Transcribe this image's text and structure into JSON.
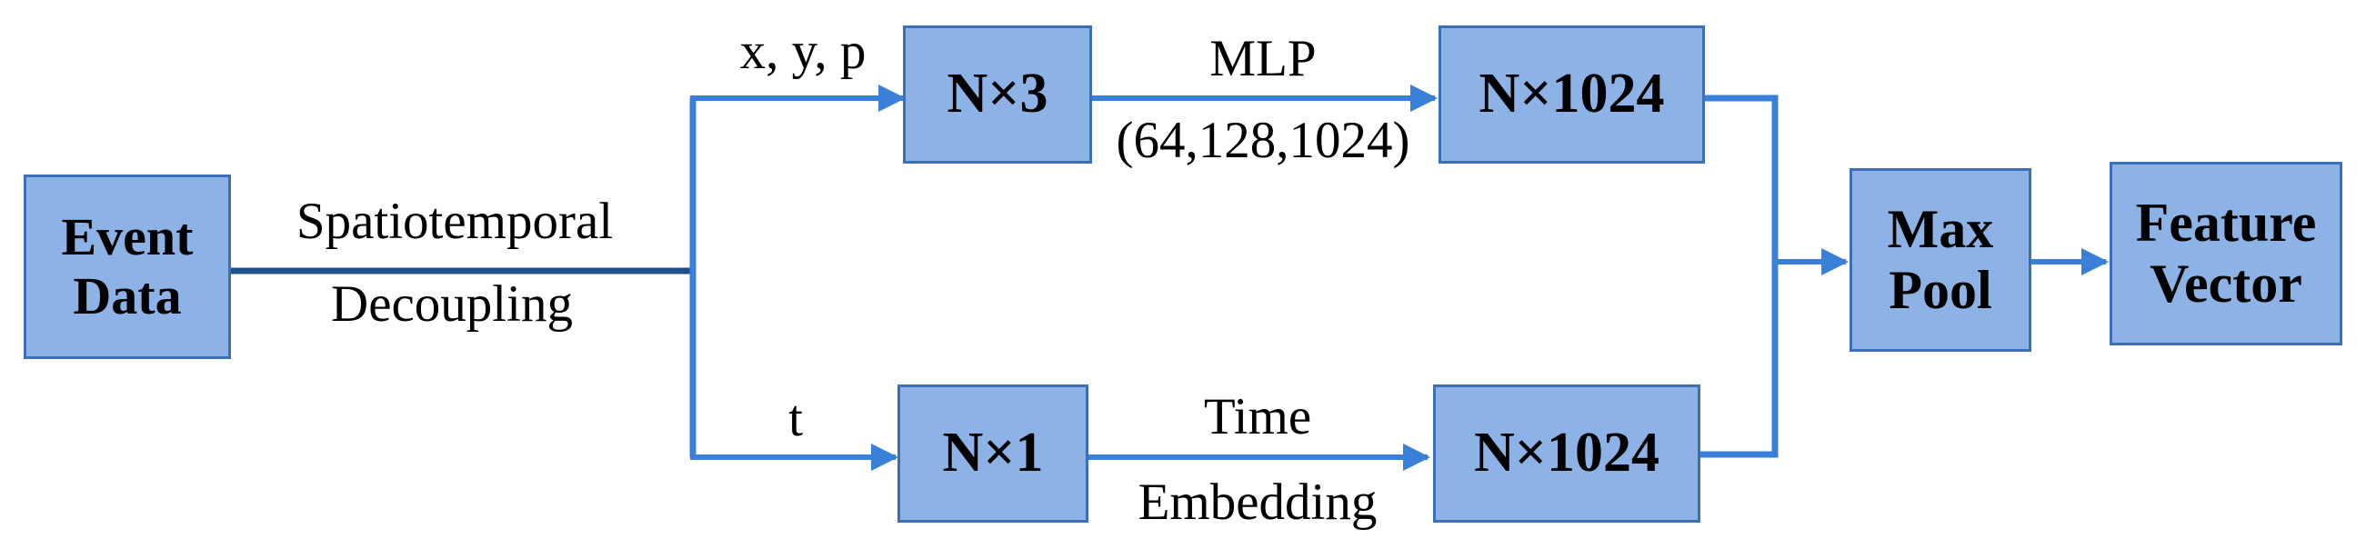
{
  "colors": {
    "box_fill": "#8db3e6",
    "box_border": "#3d6fb8",
    "arrow": "#3a7fd8",
    "trunk": "#1f4f8c",
    "text": "#000000"
  },
  "nodes": {
    "event_data": "Event\nData",
    "n_by_3": "N×3",
    "n_by_1": "N×1",
    "n_by_1024_top": "N×1024",
    "n_by_1024_bottom": "N×1024",
    "max_pool": "Max\nPool",
    "feature_vector": "Feature\nVector"
  },
  "edge_labels": {
    "decoupling_line1": "Spatiotemporal",
    "decoupling_line2": "Decoupling",
    "spatial_input": "x, y, p",
    "temporal_input": "t",
    "mlp_line1": "MLP",
    "mlp_line2": "(64,128,1024)",
    "time_line1": "Time",
    "time_line2": "Embedding"
  }
}
